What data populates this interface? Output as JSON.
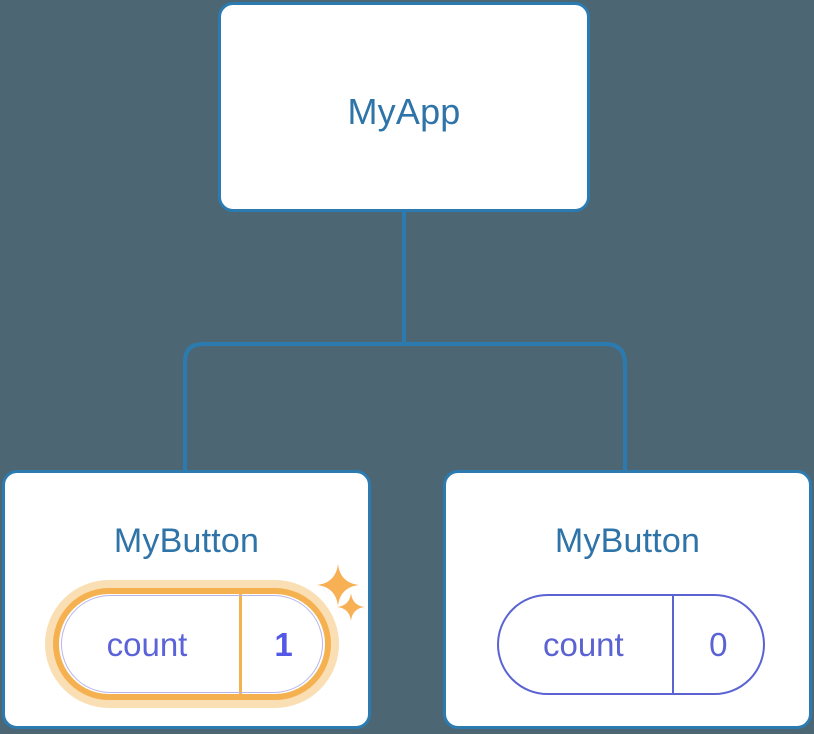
{
  "diagram": {
    "type": "component-tree",
    "background_color": "#4C6773",
    "edge_color": "#2B7BB0",
    "card_border_color": "#2B7BB0",
    "title_color": "#2E74A8",
    "accent_highlight_color": "#F5B14F",
    "accent_halo_color": "#FBDFB4",
    "state_text_color": "#5B63D3",
    "state_active_text_color": "#5358E6",
    "nodes": [
      {
        "id": "root",
        "title": "MyApp",
        "has_state": false
      },
      {
        "id": "child-left",
        "title": "MyButton",
        "has_state": true,
        "highlighted": true,
        "state": {
          "key": "count",
          "value": "1"
        },
        "sparkles": [
          "sparkle-large-icon",
          "sparkle-small-icon"
        ]
      },
      {
        "id": "child-right",
        "title": "MyButton",
        "has_state": true,
        "highlighted": false,
        "state": {
          "key": "count",
          "value": "0"
        }
      }
    ]
  }
}
